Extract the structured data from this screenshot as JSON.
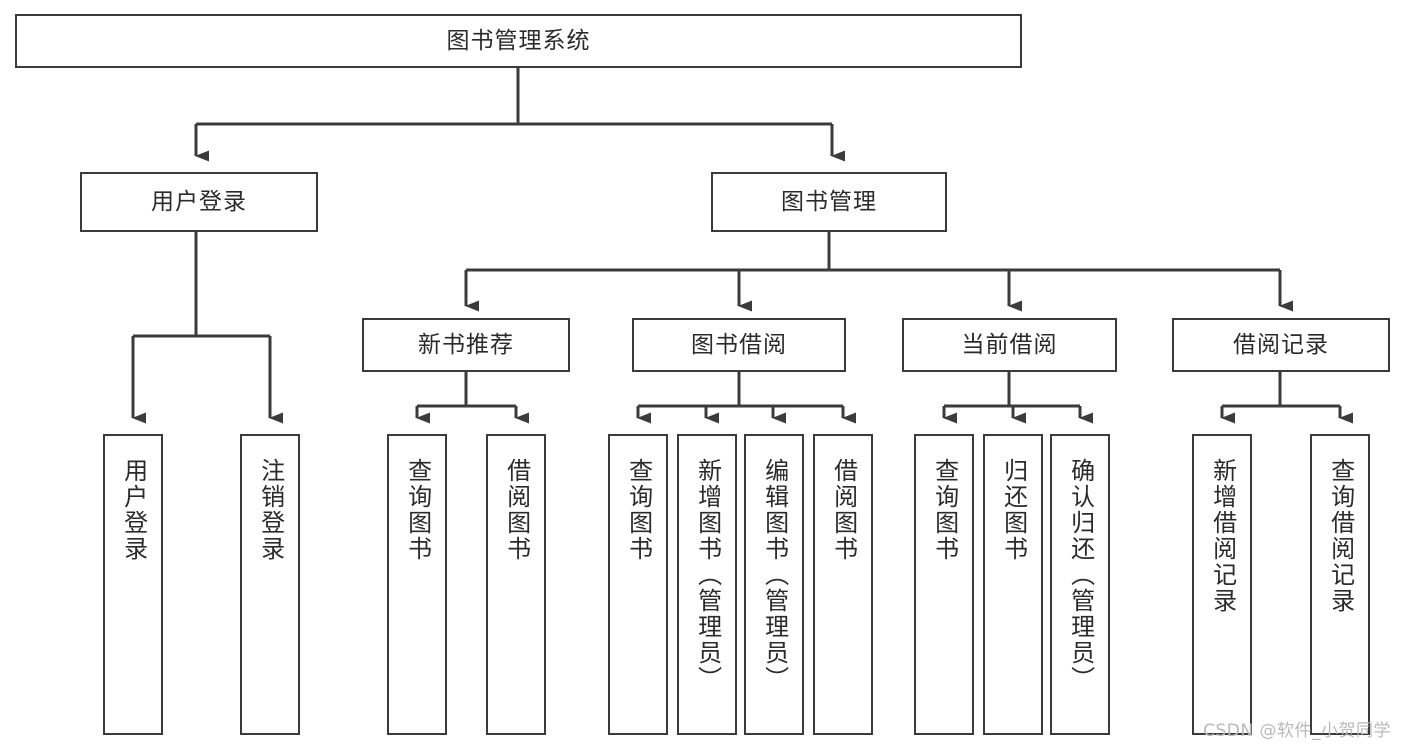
{
  "diagram": {
    "title": "图书管理系统",
    "type": "hierarchy-tree",
    "colors": {
      "box_border": "#3b3b3b",
      "box_fill": "#ffffff",
      "edge": "#3b3b3b",
      "text": "#2b2b2b",
      "watermark": "#b9b9b9"
    },
    "root": {
      "label": "图书管理系统"
    },
    "level1": [
      {
        "label": "用户登录"
      },
      {
        "label": "图书管理"
      }
    ],
    "level2": [
      {
        "label": "新书推荐"
      },
      {
        "label": "图书借阅"
      },
      {
        "label": "当前借阅"
      },
      {
        "label": "借阅记录"
      }
    ],
    "leaves": {
      "user_login": [
        {
          "label": "用户登录"
        },
        {
          "label": "注销登录"
        }
      ],
      "new_book_recommend": [
        {
          "label": "查询图书"
        },
        {
          "label": "借阅图书"
        }
      ],
      "book_borrow": [
        {
          "label": "查询图书"
        },
        {
          "label": "新增图书（管理员）"
        },
        {
          "label": "编辑图书（管理员）"
        },
        {
          "label": "借阅图书"
        }
      ],
      "current_borrow": [
        {
          "label": "查询图书"
        },
        {
          "label": "归还图书"
        },
        {
          "label": "确认归还（管理员）"
        }
      ],
      "borrow_record": [
        {
          "label": "新增借阅记录"
        },
        {
          "label": "查询借阅记录"
        }
      ]
    },
    "watermark": "CSDN @软件_小贺同学"
  }
}
